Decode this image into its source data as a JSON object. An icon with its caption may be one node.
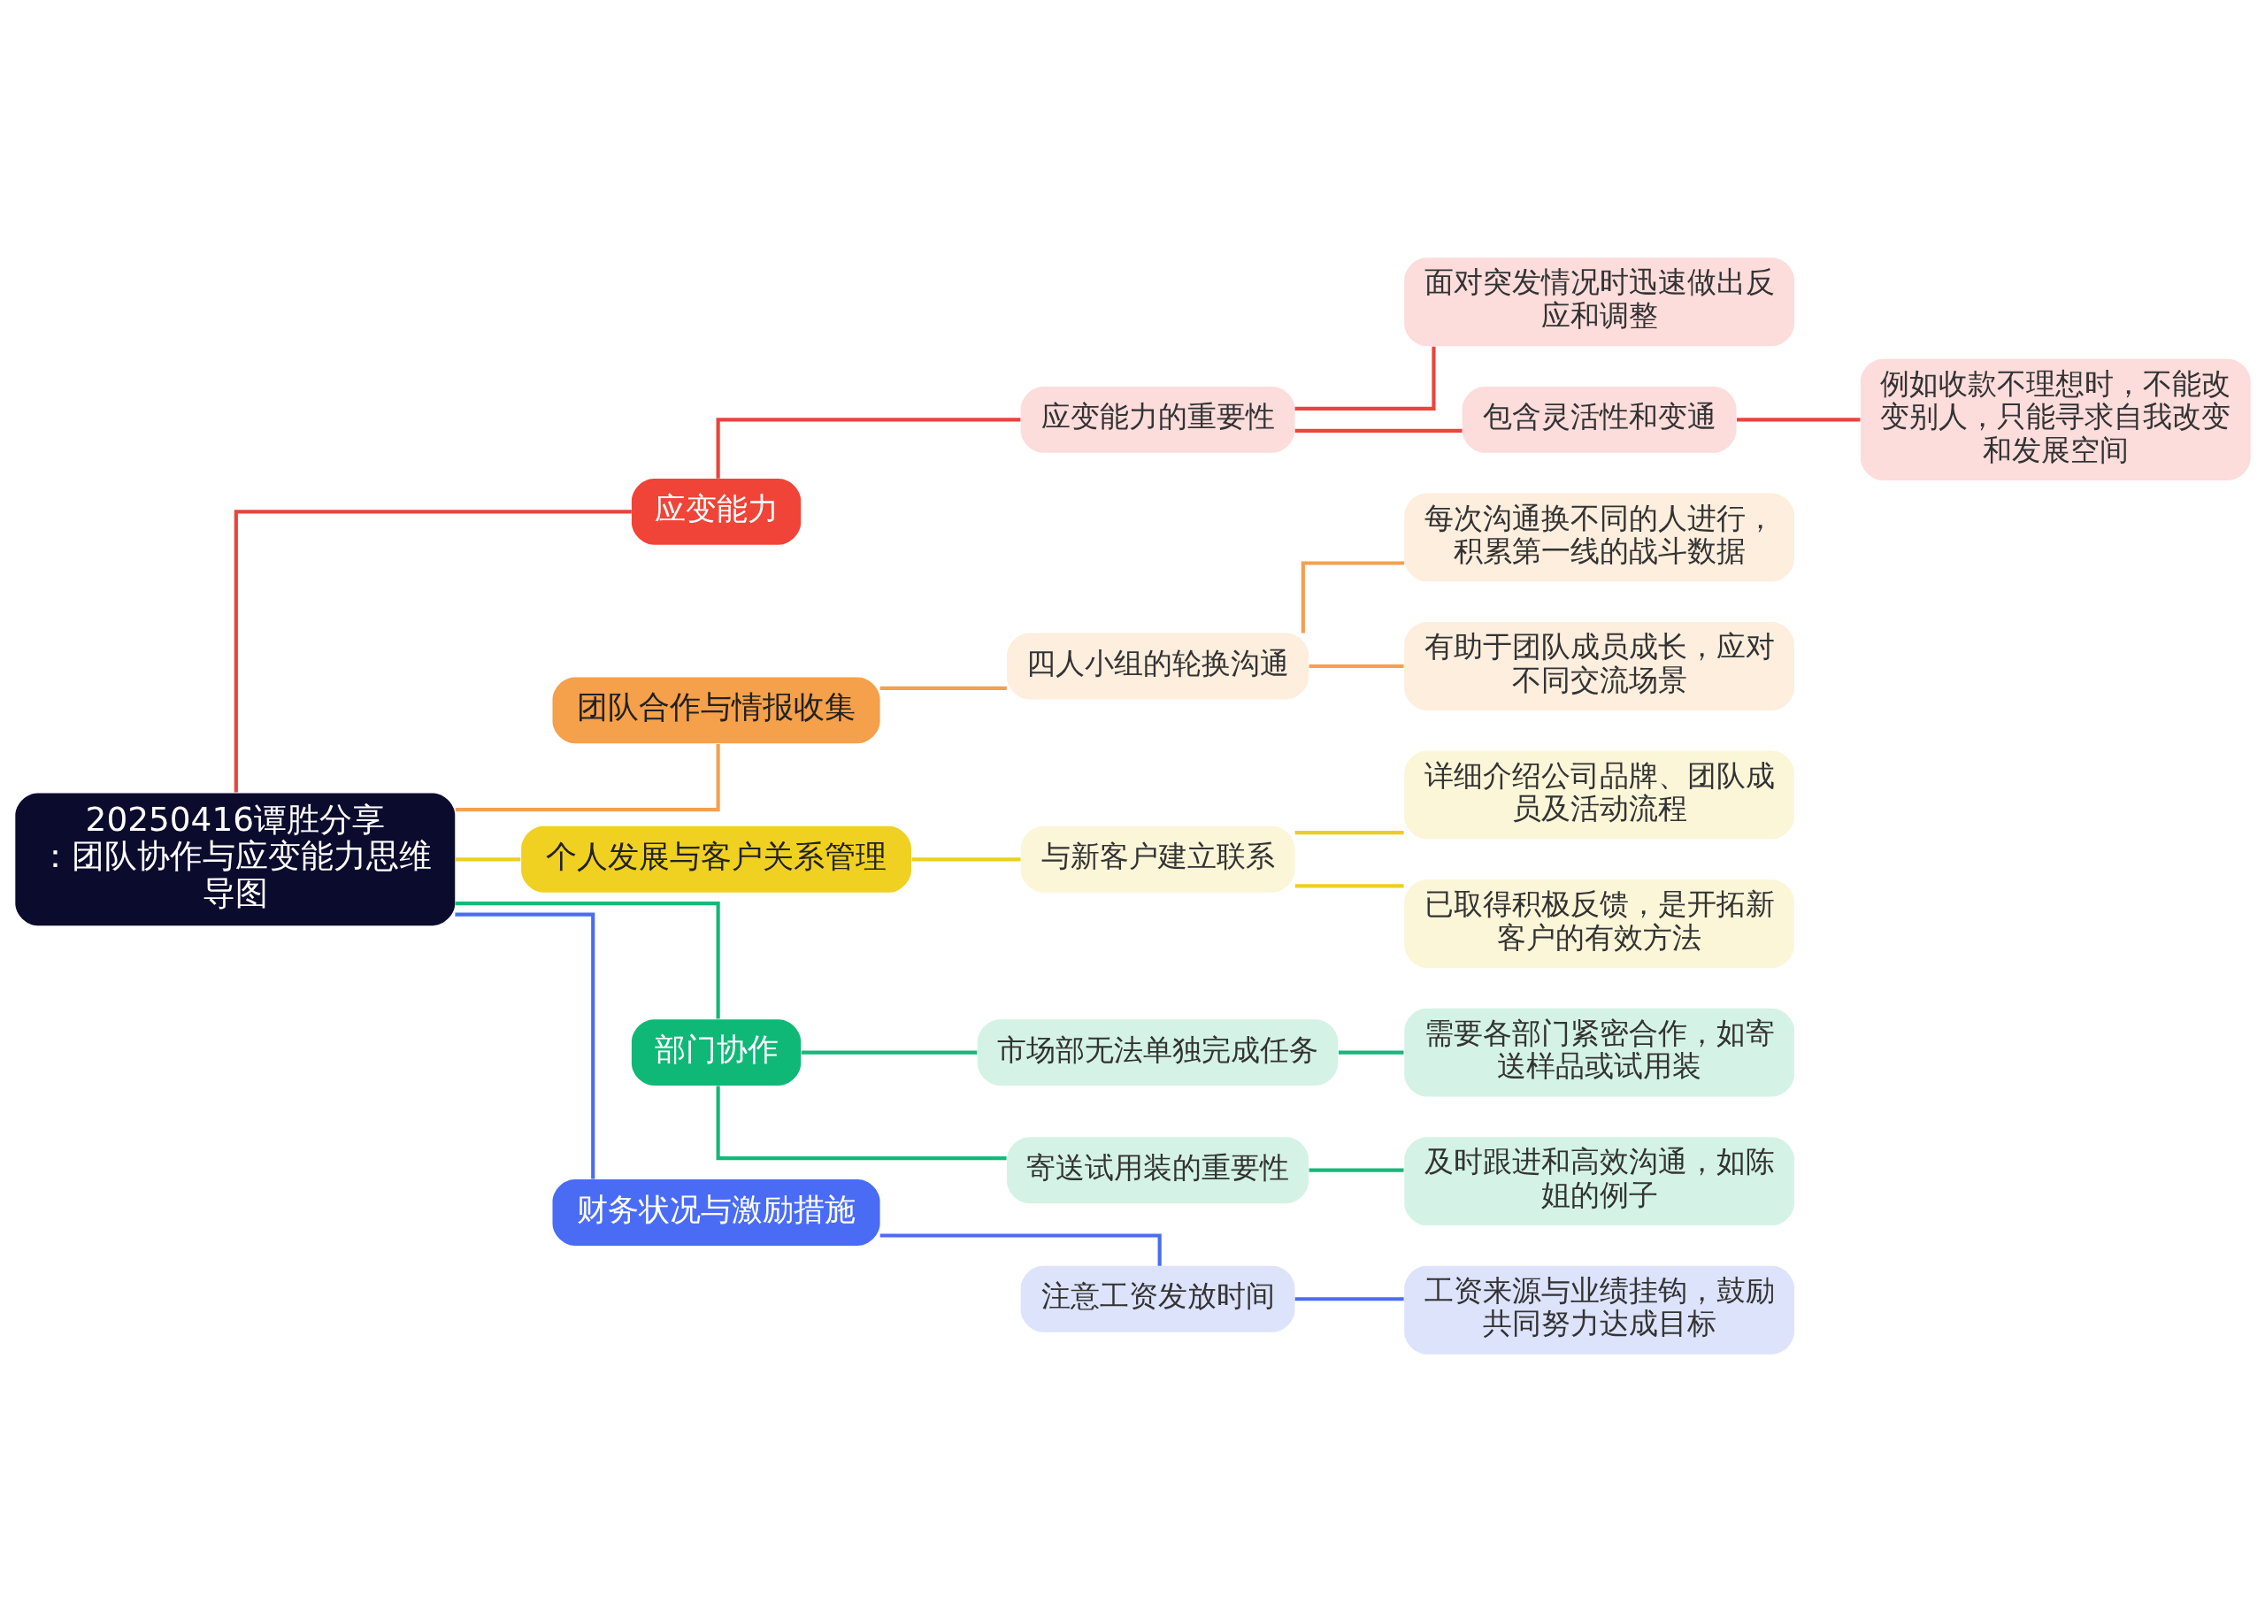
{
  "diagram": {
    "nodes": [
      {
        "text": [
          "20250416谭胜分享：团队协作与应变能力思维导图"
        ]
      },
      {
        "text": [
          "应变能力"
        ]
      },
      {
        "text": [
          "应变能力的重要性"
        ]
      },
      {
        "text": [
          "面对突发情况时迅速做出反应和调整"
        ]
      },
      {
        "text": [
          "包含灵活性和变通"
        ]
      },
      {
        "text": [
          "例如收款不理想时，不能改变别人，只能寻求自我改变和发展空间"
        ]
      },
      {
        "text": [
          "团队合作与情报收集"
        ]
      },
      {
        "text": [
          "四人小组的轮换沟通"
        ]
      },
      {
        "text": [
          "每次沟通换不同的人进行，积累第一线的战斗数据"
        ]
      },
      {
        "text": [
          "有助于团队成员成长，应对不同交流场景"
        ]
      },
      {
        "text": [
          "个人发展与客户关系管理"
        ]
      },
      {
        "text": [
          "与新客户建立联系"
        ]
      },
      {
        "text": [
          "详细介绍公司品牌、团队成员及活动流程"
        ]
      },
      {
        "text": [
          "已取得积极反馈，是开拓新客户的有效方法"
        ]
      },
      {
        "text": [
          "部门协作"
        ]
      },
      {
        "text": [
          "市场部无法单独完成任务"
        ]
      },
      {
        "text": [
          "需要各部门紧密合作，如寄送样品或试用装"
        ]
      },
      {
        "text": [
          "寄送试用装的重要性"
        ]
      },
      {
        "text": [
          "及时跟进和高效沟通，如陈姐的例子"
        ]
      },
      {
        "text": [
          "财务状况与激励措施"
        ]
      },
      {
        "text": [
          "注意工资发放时间"
        ]
      },
      {
        "text": [
          "工资来源与业绩挂钩，鼓励共同努力达成目标"
        ]
      }
    ],
    "edges": [
      {
        "from": 0,
        "to": 1,
        "arrow": "none",
        "color": "#e8453c"
      },
      {
        "from": 1,
        "to": 2,
        "arrow": "none",
        "color": "#e8453c"
      },
      {
        "from": 2,
        "to": 3,
        "arrow": "none",
        "color": "#e8453c"
      },
      {
        "from": 2,
        "to": 4,
        "arrow": "none",
        "color": "#e8453c"
      },
      {
        "from": 4,
        "to": 5,
        "arrow": "none",
        "color": "#e8453c"
      },
      {
        "from": 0,
        "to": 6,
        "arrow": "none",
        "color": "#f4a04c"
      },
      {
        "from": 6,
        "to": 7,
        "arrow": "none",
        "color": "#f4a04c"
      },
      {
        "from": 7,
        "to": 8,
        "arrow": "none",
        "color": "#f4a04c"
      },
      {
        "from": 7,
        "to": 9,
        "arrow": "none",
        "color": "#f4a04c"
      },
      {
        "from": 0,
        "to": 10,
        "arrow": "none",
        "color": "#eccf1e"
      },
      {
        "from": 10,
        "to": 11,
        "arrow": "none",
        "color": "#eccf1e"
      },
      {
        "from": 11,
        "to": 12,
        "arrow": "none",
        "color": "#eccf1e"
      },
      {
        "from": 11,
        "to": 13,
        "arrow": "none",
        "color": "#eccf1e"
      },
      {
        "from": 0,
        "to": 14,
        "arrow": "none",
        "color": "#14b87a"
      },
      {
        "from": 14,
        "to": 15,
        "arrow": "none",
        "color": "#14b87a"
      },
      {
        "from": 15,
        "to": 16,
        "arrow": "none",
        "color": "#14b87a"
      },
      {
        "from": 14,
        "to": 17,
        "arrow": "none",
        "color": "#14b87a"
      },
      {
        "from": 17,
        "to": 18,
        "arrow": "none",
        "color": "#14b87a"
      },
      {
        "from": 0,
        "to": 19,
        "arrow": "none",
        "color": "#4a6cf0"
      },
      {
        "from": 19,
        "to": 20,
        "arrow": "none",
        "color": "#4a6cf0"
      },
      {
        "from": 20,
        "to": 21,
        "arrow": "none",
        "color": "#4a6cf0"
      }
    ]
  }
}
